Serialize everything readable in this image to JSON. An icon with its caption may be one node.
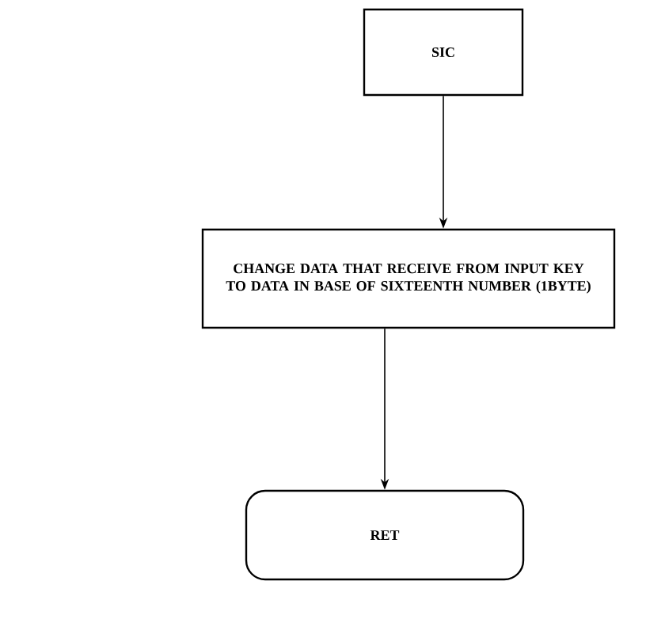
{
  "diagram": {
    "nodes": [
      {
        "text": [
          "SIC"
        ]
      },
      {
        "text": [
          "CHANGE DATA THAT RECEIVE FROM INPUT KEY TO DATA IN BASE OF SIXTEENTH NUMBER (1BYTE)"
        ]
      },
      {
        "text": [
          "RET"
        ]
      }
    ],
    "edges": [
      {
        "from": 0,
        "to": 1,
        "arrow": "to"
      },
      {
        "from": 1,
        "to": 2,
        "arrow": "to"
      }
    ]
  }
}
